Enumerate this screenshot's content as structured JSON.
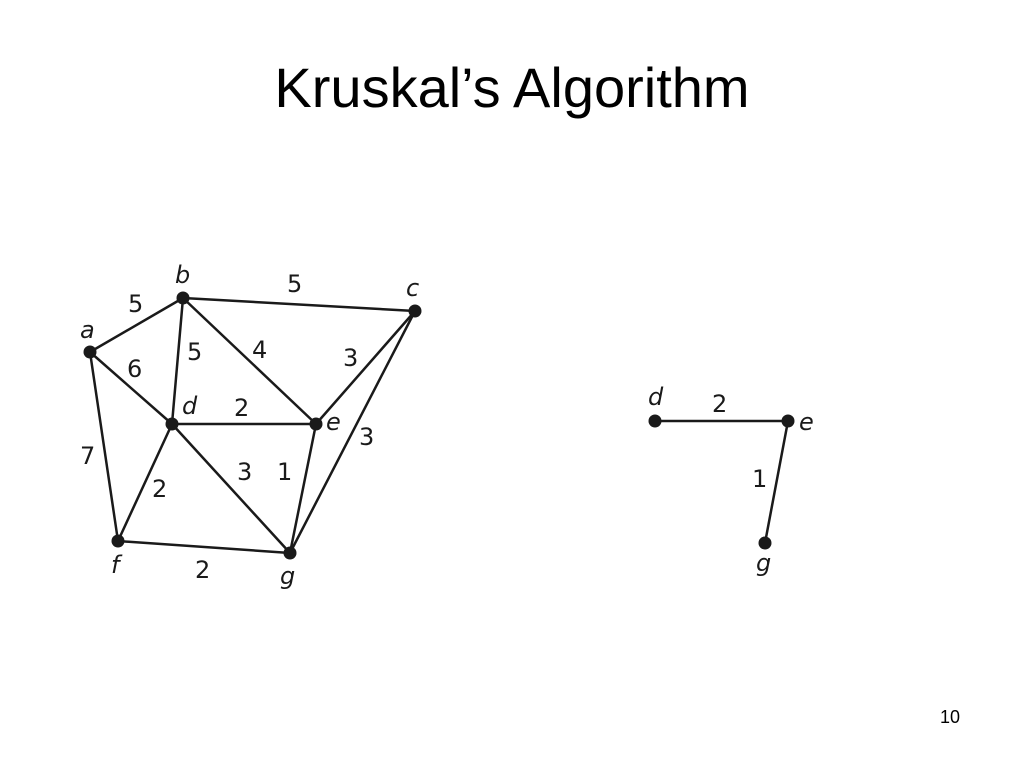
{
  "slide": {
    "title": "Kruskal’s Algorithm",
    "page_number": "10"
  },
  "graph_full": {
    "nodes": [
      "a",
      "b",
      "c",
      "d",
      "e",
      "f",
      "g"
    ],
    "edges": [
      {
        "from": "a",
        "to": "b",
        "weight": "5"
      },
      {
        "from": "b",
        "to": "c",
        "weight": "5"
      },
      {
        "from": "a",
        "to": "d",
        "weight": "6"
      },
      {
        "from": "b",
        "to": "d",
        "weight": "5"
      },
      {
        "from": "b",
        "to": "e",
        "weight": "4"
      },
      {
        "from": "c",
        "to": "e",
        "weight": "3"
      },
      {
        "from": "d",
        "to": "e",
        "weight": "2"
      },
      {
        "from": "c",
        "to": "g",
        "weight": "3"
      },
      {
        "from": "a",
        "to": "f",
        "weight": "7"
      },
      {
        "from": "d",
        "to": "f",
        "weight": "2"
      },
      {
        "from": "d",
        "to": "g",
        "weight": "3"
      },
      {
        "from": "e",
        "to": "g",
        "weight": "1"
      },
      {
        "from": "f",
        "to": "g",
        "weight": "2"
      }
    ]
  },
  "graph_partial": {
    "nodes": [
      "d",
      "e",
      "g"
    ],
    "edges": [
      {
        "from": "d",
        "to": "e",
        "weight": "2"
      },
      {
        "from": "e",
        "to": "g",
        "weight": "1"
      }
    ]
  }
}
